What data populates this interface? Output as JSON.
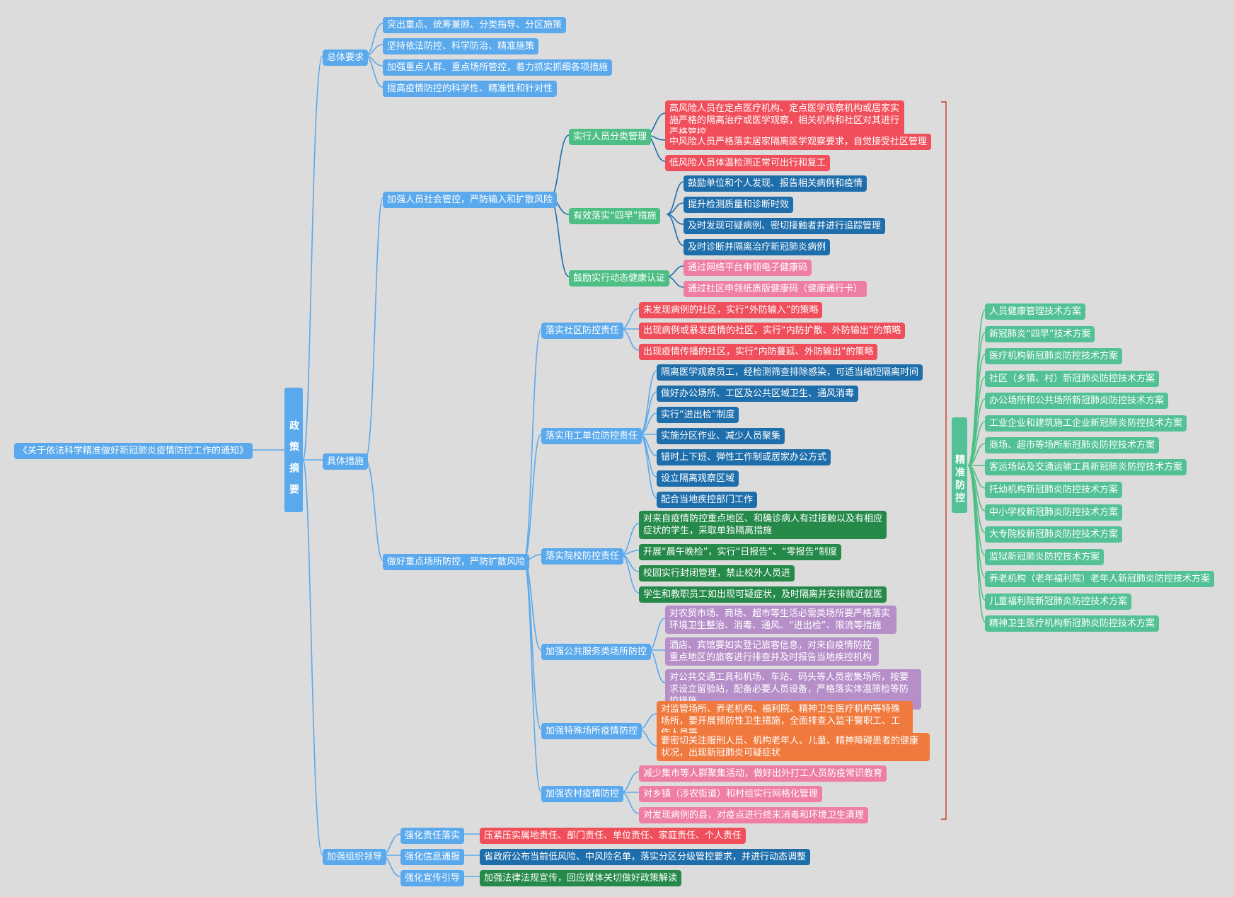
{
  "root": "《关于依法科学精准做好新冠肺炎疫情防控工作的通知》",
  "center_label": "政策摘要",
  "right_label": "精准防控",
  "branches": {
    "general": {
      "label": "总体要求",
      "items": [
        "突出重点、统筹兼顾、分类指导、分区施策",
        "坚持依法防控、科学防治、精准施策",
        "加强重点人群、重点场所管控，着力抓实抓细各项措施",
        "提高疫情防控的科学性、精准性和针对性"
      ]
    },
    "measures": {
      "label": "具体措施",
      "people": {
        "label": "加强人员社会管控，严防输入和扩散风险",
        "classify": {
          "label": "实行人员分类管理",
          "items": [
            "高风险人员在定点医疗机构、定点医学观察机构或居家实施严格的隔离治疗或医学观察，相关机构和社区对其进行严格管控",
            "中风险人员严格落实居家隔离医学观察要求，自觉接受社区管理",
            "低风险人员体温检测正常可出行和复工"
          ]
        },
        "four_early": {
          "label": "有效落实“四早”措施",
          "items": [
            "鼓励单位和个人发现、报告相关病例和疫情",
            "提升检测质量和诊断时效",
            "及时发现可疑病例、密切接触者并进行追踪管理",
            "及时诊断并隔离治疗新冠肺炎病例"
          ]
        },
        "health_code": {
          "label": "鼓励实行动态健康认证",
          "items": [
            "通过网络平台申领电子健康码",
            "通过社区申领纸质版健康码（健康通行卡）"
          ]
        }
      },
      "places": {
        "label": "做好重点场所防控，严防扩散风险",
        "community": {
          "label": "落实社区防控责任",
          "items": [
            "未发现病例的社区，实行“外防输入”的策略",
            "出现病例或暴发疫情的社区，实行“内防扩散、外防输出”的策略",
            "出现疫情传播的社区，实行“内防蔓延、外防输出”的策略"
          ]
        },
        "workplace": {
          "label": "落实用工单位防控责任",
          "items": [
            "隔离医学观察员工，经检测筛查排除感染，可适当缩短隔离时间",
            "做好办公场所、工区及公共区域卫生、通风消毒",
            "实行“进出检”制度",
            "实施分区作业、减少人员聚集",
            "错时上下班、弹性工作制或居家办公方式",
            "设立隔离观察区域",
            "配合当地疾控部门工作"
          ]
        },
        "school": {
          "label": "落实院校防控责任",
          "items": [
            "对来自疫情防控重点地区、和确诊病人有过接触以及有相应症状的学生，采取单独隔离措施",
            "开展“晨午晚检”，实行“日报告”、“零报告”制度",
            "校园实行封闭管理，禁止校外人员进",
            "学生和教职员工如出现可疑症状，及时隔离并安排就近就医"
          ]
        },
        "public": {
          "label": "加强公共服务类场所防控",
          "items": [
            "对农贸市场、商场、超市等生活必需类场所要严格落实环境卫生整治、消毒、通风、“进出检”、限流等措施",
            "酒店、宾馆要如实登记旅客信息，对来自疫情防控重点地区的旅客进行排查并及时报告当地疾控机构",
            "对公共交通工具和机场、车站、码头等人员密集场所，按要求设立留验站，配备必要人员设备，严格落实体温筛检等防控措施"
          ]
        },
        "special": {
          "label": "加强特殊场所疫情防控",
          "items": [
            "对监管场所、养老机构、福利院、精神卫生医疗机构等特殊场所，要开展预防性卫生措施，全面排查入监干警职工、工作人员等",
            "要密切关注服刑人员、机构老年人、儿童、精神障碍患者的健康状况，出现新冠肺炎可疑症状"
          ]
        },
        "rural": {
          "label": "加强农村疫情防控",
          "items": [
            "减少集市等人群聚集活动，做好出外打工人员防疫常识教育",
            "对乡镇（涉农街道）和村组实行网格化管理",
            "对发现病例的县，对疫点进行终末消毒和环境卫生清理"
          ]
        }
      }
    },
    "leadership": {
      "label": "加强组织领导",
      "items": [
        {
          "label": "强化责任落实",
          "detail": "压紧压实属地责任、部门责任、单位责任、家庭责任、个人责任"
        },
        {
          "label": "强化信息通报",
          "detail": "省政府公布当前低风险、中风险名单，落实分区分级管控要求，并进行动态调整"
        },
        {
          "label": "强化宣传引导",
          "detail": "加强法律法规宣传，回应媒体关切做好政策解读"
        }
      ]
    }
  },
  "tech_plans": [
    "人员健康管理技术方案",
    "新冠肺炎“四早”技术方案",
    "医疗机构新冠肺炎防控技术方案",
    "社区（乡镇、村）新冠肺炎防控技术方案",
    "办公场所和公共场所新冠肺炎防控技术方案",
    "工业企业和建筑施工企业新冠肺炎防控技术方案",
    "商场、超市等场所新冠肺炎防控技术方案",
    "客运场站及交通运输工具新冠肺炎防控技术方案",
    "托幼机构新冠肺炎防控技术方案",
    "中小学校新冠肺炎防控技术方案",
    "大专院校新冠肺炎防控技术方案",
    "监狱新冠肺炎防控技术方案",
    "养老机构（老年福利院）老年人新冠肺炎防控技术方案",
    "儿童福利院新冠肺炎防控技术方案",
    "精神卫生医疗机构新冠肺炎防控技术方案"
  ],
  "colors": {
    "background": "#dcdcdc",
    "blue": "#5aa9ec",
    "green": "#4dbf84",
    "red": "#ef4e5a",
    "navy": "#1e6eac",
    "pink": "#ef7ea4",
    "dark_green": "#258a49",
    "purple": "#b68fc9",
    "orange": "#f07a3e",
    "bracket": "#cc3a2a"
  }
}
